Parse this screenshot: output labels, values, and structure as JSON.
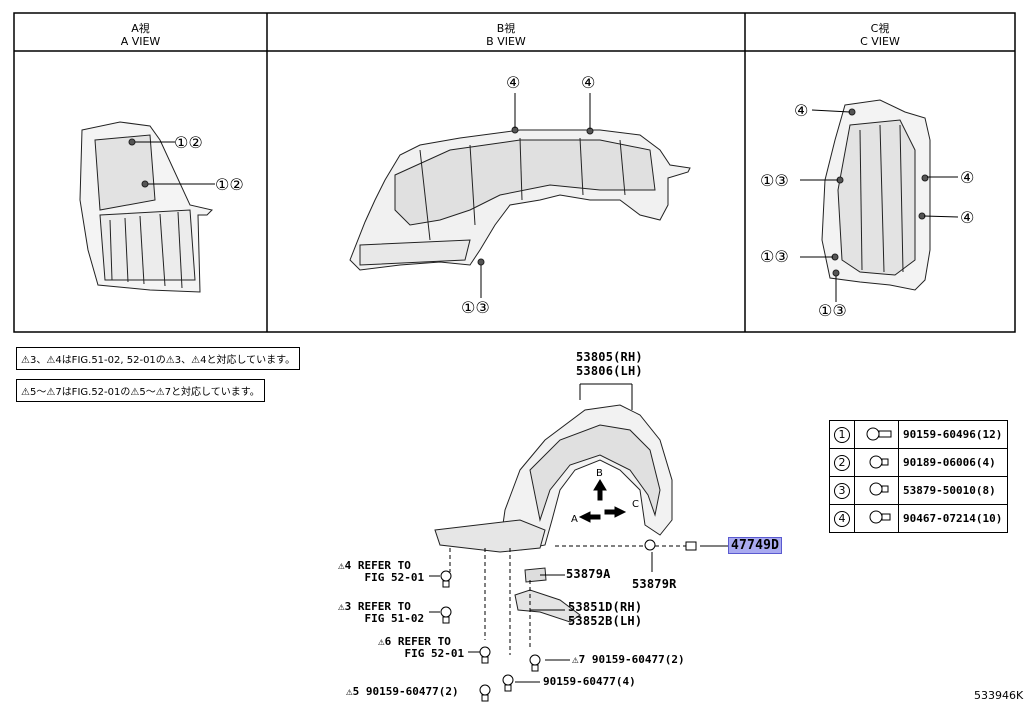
{
  "views": [
    {
      "jp": "A視",
      "en": "A VIEW"
    },
    {
      "jp": "B視",
      "en": "B VIEW"
    },
    {
      "jp": "C視",
      "en": "C VIEW"
    }
  ],
  "view_callouts": {
    "a": [
      "①②",
      "①②"
    ],
    "b": [
      "④",
      "④",
      "①③"
    ],
    "c": [
      "④",
      "①③",
      "④",
      "④",
      "①③",
      "①③"
    ]
  },
  "notes": [
    {
      "marks": [
        "3",
        "4"
      ],
      "text": "はFIG.51-02, 52-01の",
      "marks2": [
        "3",
        "4"
      ],
      "tail": "と対応しています。",
      "sep": "、"
    },
    {
      "marks": [
        "5",
        "7"
      ],
      "text": "はFIG.52-01の",
      "marks2": [
        "5",
        "7"
      ],
      "tail": "と対応しています。",
      "sep": "～"
    }
  ],
  "parts_labels": {
    "liner_rh": "53805(RH)",
    "liner_lh": "53806(LH)",
    "highlight": "47749D",
    "p53879a": "53879A",
    "p53879r": "53879R",
    "p53851d": "53851D(RH)",
    "p53852b": "53852B(LH)",
    "arrow_b": "B",
    "arrow_a": "A",
    "arrow_c": "C"
  },
  "refs": [
    {
      "mark": "4",
      "line1": "REFER TO",
      "line2": "FIG 52-01"
    },
    {
      "mark": "3",
      "line1": "REFER TO",
      "line2": "FIG 51-02"
    },
    {
      "mark": "6",
      "line1": "REFER TO",
      "line2": "FIG 52-01"
    }
  ],
  "bottom_parts": [
    {
      "mark": "7",
      "text": "90159-60477(2)"
    },
    {
      "mark": "",
      "text": "90159-60477(4)"
    },
    {
      "mark": "5",
      "text": "90159-60477(2)"
    }
  ],
  "legend": [
    {
      "num": "1",
      "part": "90159-60496(12)"
    },
    {
      "num": "2",
      "part": "90189-06006(4)"
    },
    {
      "num": "3",
      "part": "53879-50010(8)"
    },
    {
      "num": "4",
      "part": "90467-07214(10)"
    }
  ],
  "diagram_code": "533946K"
}
